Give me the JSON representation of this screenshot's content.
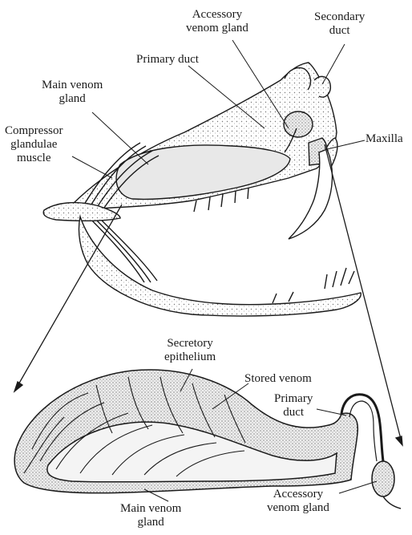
{
  "labels": {
    "accessory_venom_gland_top": [
      "Accessory",
      "venom gland"
    ],
    "secondary_duct": [
      "Secondary",
      "duct"
    ],
    "primary_duct_top": [
      "Primary duct"
    ],
    "main_venom_gland_top": [
      "Main venom",
      "gland"
    ],
    "compressor_muscle": [
      "Compressor",
      "glandulae",
      "muscle"
    ],
    "maxilla": [
      "Maxilla"
    ],
    "secretory_epithelium": [
      "Secretory",
      "epithelium"
    ],
    "stored_venom": [
      "Stored venom"
    ],
    "primary_duct_bottom": [
      "Primary",
      "duct"
    ],
    "accessory_venom_gland_bottom": [
      "Accessory",
      "venom gland"
    ],
    "main_venom_gland_bottom": [
      "Main venom",
      "gland"
    ]
  },
  "colors": {
    "ink": "#1a1a1a",
    "stipple": "#d9d9d9",
    "gland_fill": "#e6e6e6",
    "paper": "#ffffff"
  }
}
